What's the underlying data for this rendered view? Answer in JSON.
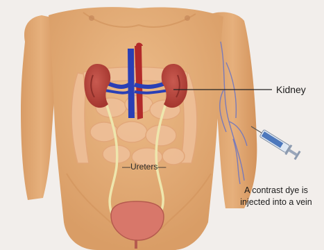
{
  "labels": {
    "kidney": "Kidney",
    "ureters": "—Ureters—",
    "dye_line1": "A contrast dye is",
    "dye_line2": "injected into a vein"
  },
  "colors": {
    "background": "#f2eeeb",
    "skin": "#e3ad79",
    "kidney": "#b5443e",
    "aorta": "#b22a2a",
    "vein": "#2a3fb5",
    "ureter": "#e9e1a6",
    "intestine": "#eeba91",
    "bladder": "#d8776a",
    "arm_vein": "#6f76c0",
    "syringe": "#4d78bc"
  },
  "icons": [
    "syringe-icon"
  ]
}
